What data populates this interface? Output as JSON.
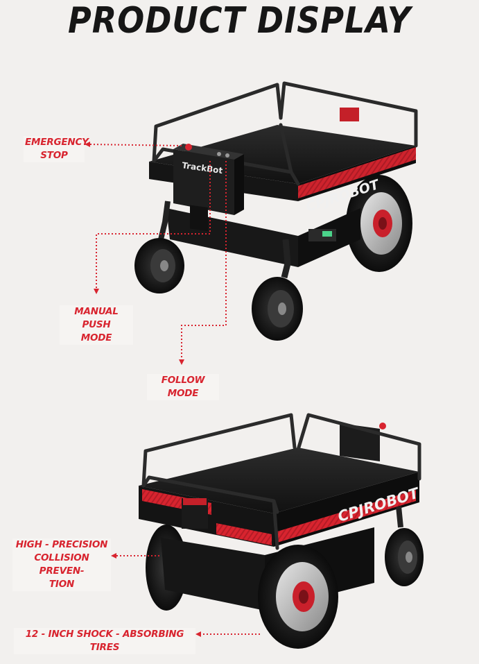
{
  "title": "PRODUCT DISPLAY",
  "callouts": {
    "emergency_stop": [
      "EMERGENCY",
      "STOP"
    ],
    "manual_push": [
      "MANUAL PUSH",
      "MODE"
    ],
    "follow_mode": "FOLLOW MODE",
    "collision": [
      "HIGH - PRECISION",
      "COLLISION PREVEN-",
      "TION"
    ],
    "tires": "12 - INCH SHOCK - ABSORBING TIRES"
  },
  "robot_top": {
    "module_label": "TrackBot",
    "brand": "CPJROBOT"
  },
  "robot_bottom": {
    "brand": "CPJROBOT"
  },
  "colors": {
    "accent": "#d8242f",
    "body": "#1c1c1c",
    "background": "#f2f0ee"
  }
}
